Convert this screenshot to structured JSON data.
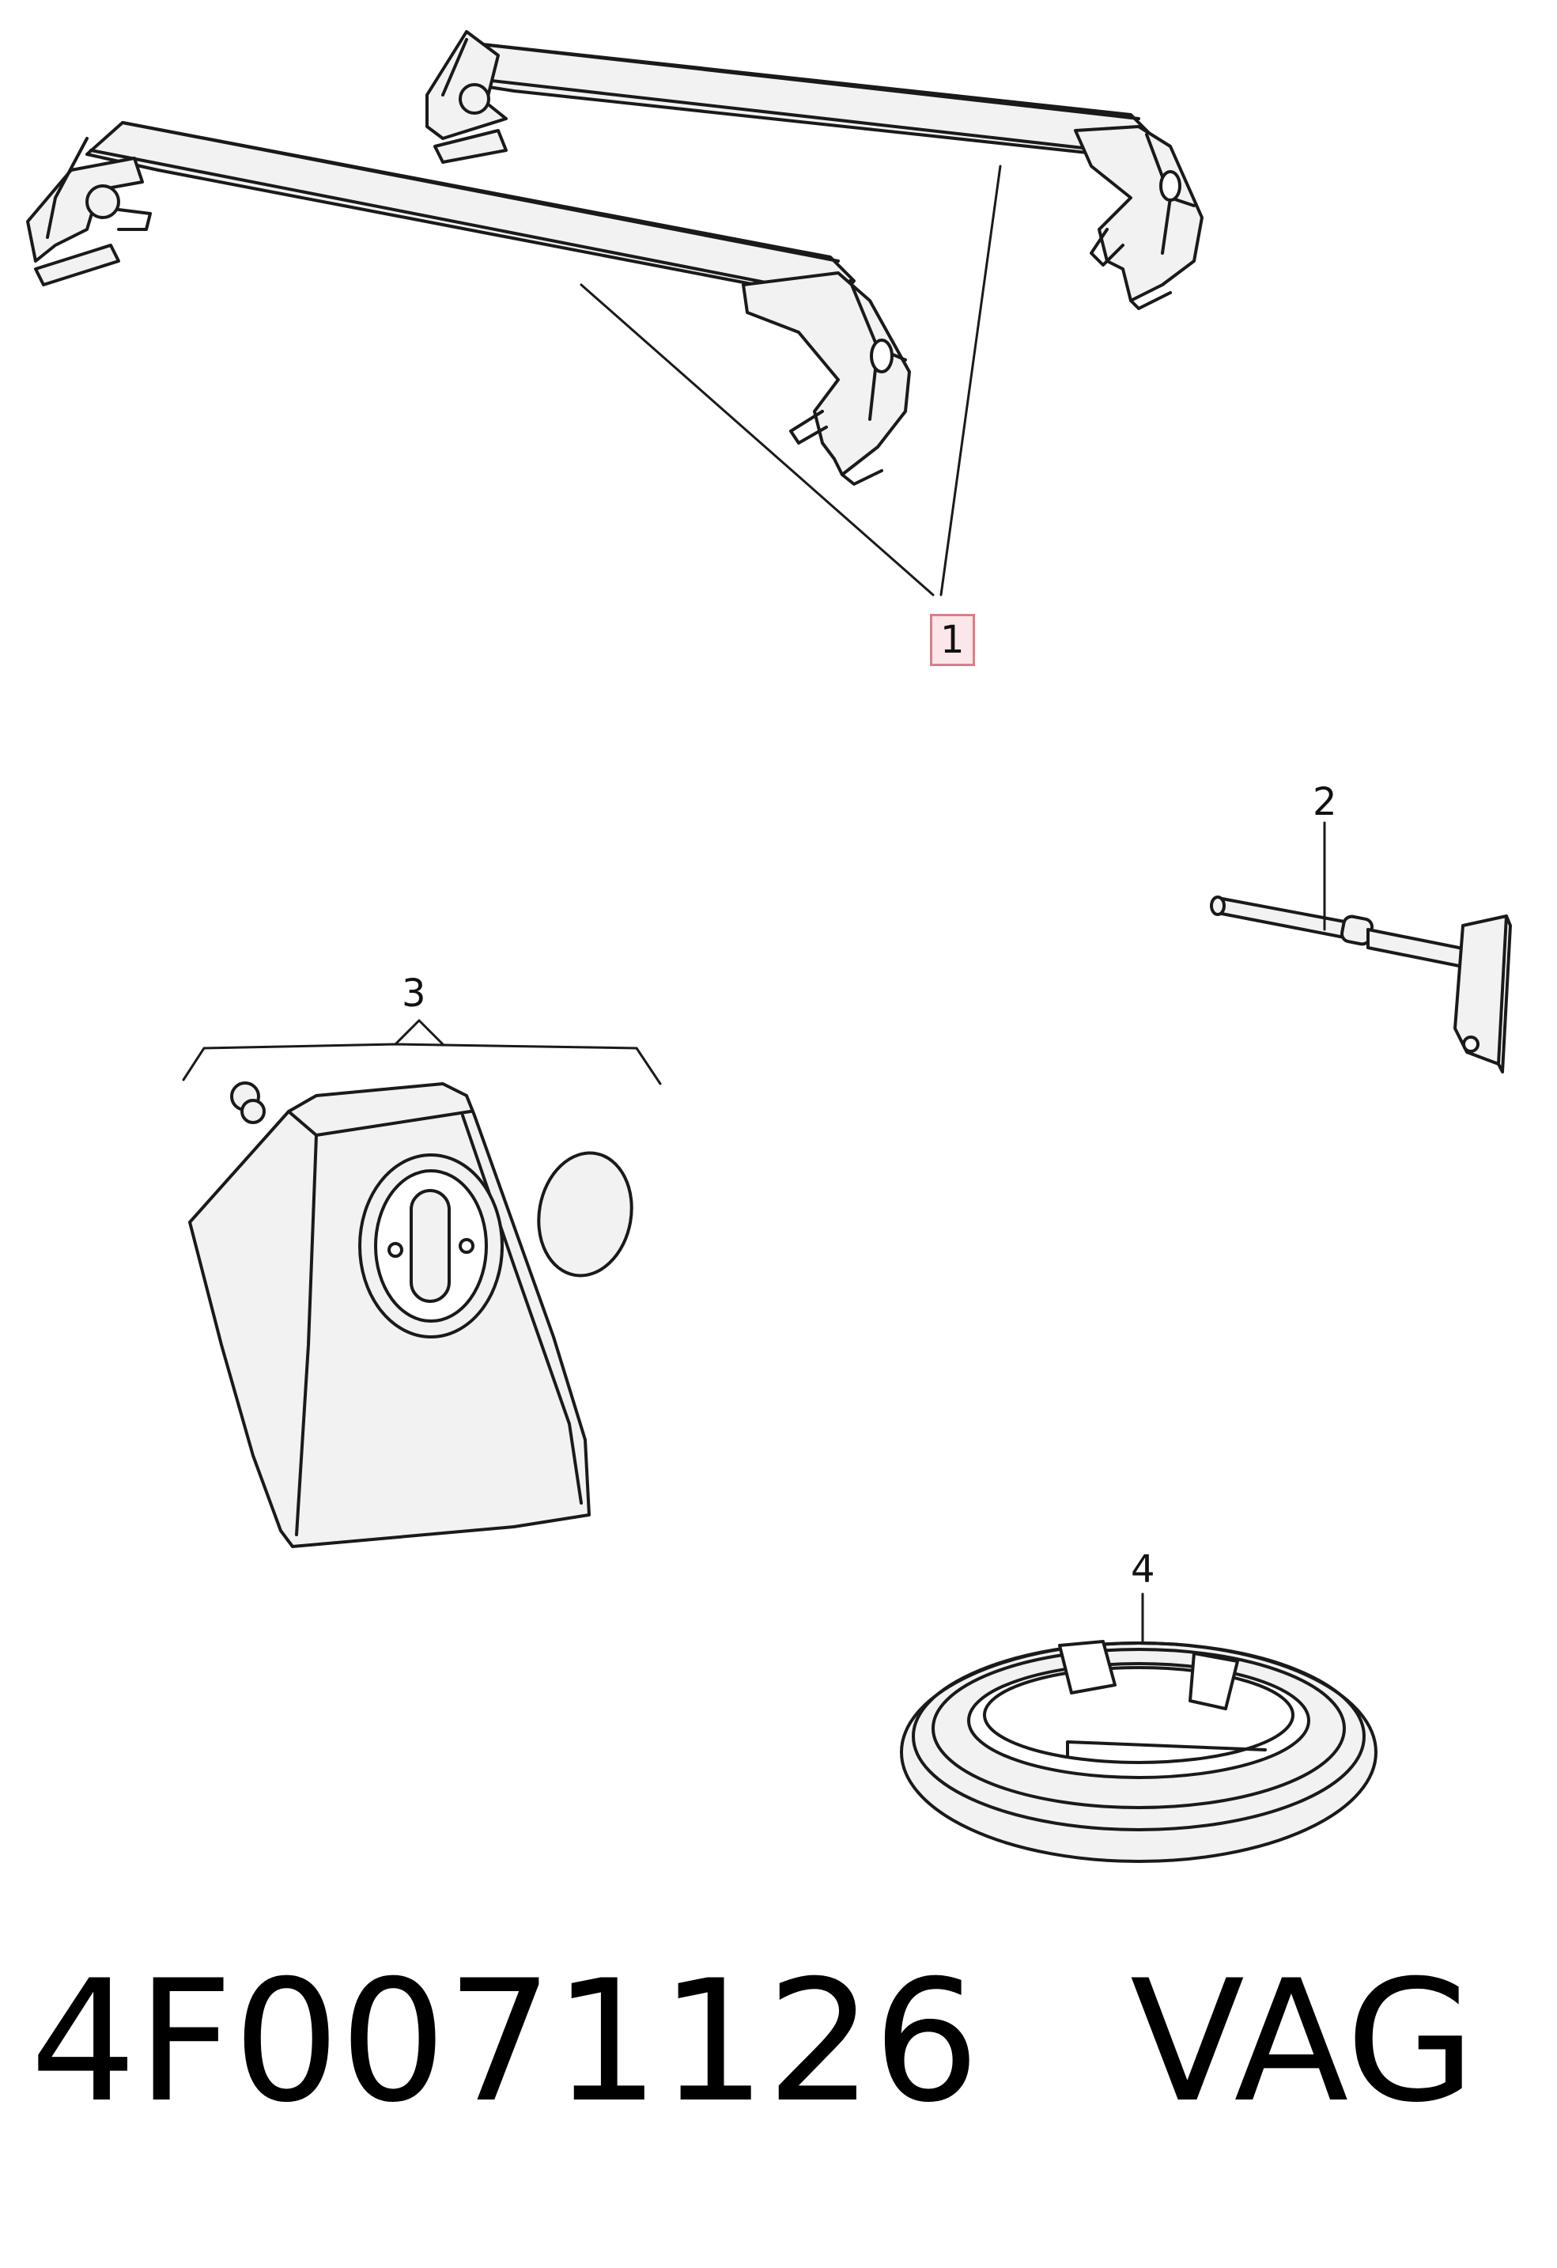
{
  "callouts": {
    "c1": "1",
    "c2": "2",
    "c3": "3",
    "c4": "4"
  },
  "footer": {
    "part_number": "4F0071126",
    "brand": "VAG"
  },
  "colors": {
    "line": "#1a1a1a",
    "shade": "#f2f2f2",
    "highlight_border": "#d6808a",
    "highlight_fill": "#fbe6ea"
  }
}
